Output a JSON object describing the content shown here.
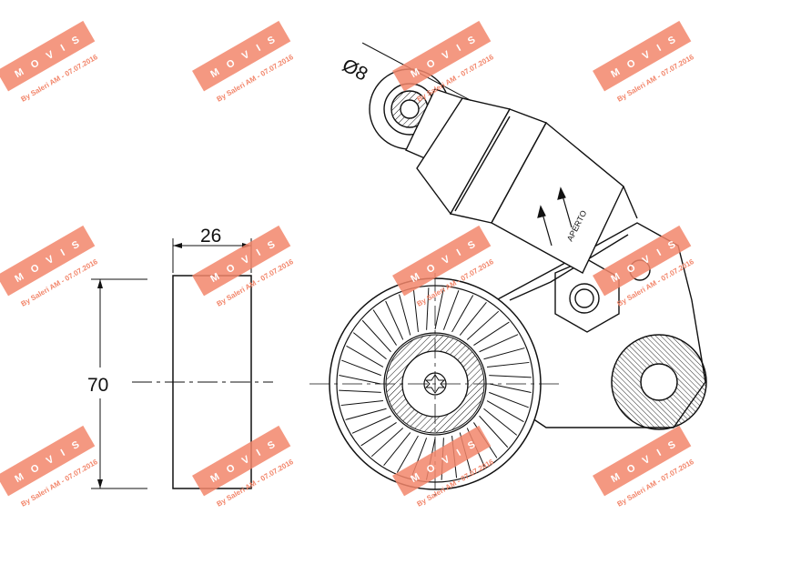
{
  "dimensions": {
    "width_label": "26",
    "height_label": "70",
    "bolt_label": "Ø8"
  },
  "annotation": {
    "direction_label": "APERTO"
  },
  "watermark": {
    "brand": "MOVIS",
    "credit": "By Saleri AM - 07.07.2016"
  },
  "colors": {
    "watermark": "#f2866b",
    "line": "#111111"
  }
}
